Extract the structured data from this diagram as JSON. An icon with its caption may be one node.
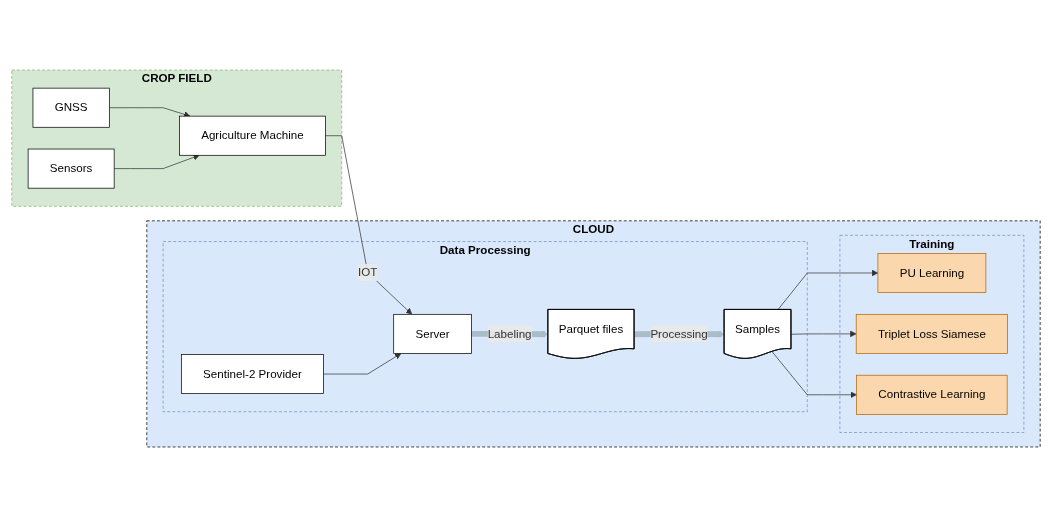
{
  "diagram": {
    "nodes": [
      {
        "text": [
          "CROP FIELD"
        ]
      },
      {
        "text": [
          "GNSS"
        ],
        "in": 0
      },
      {
        "text": [
          "Agriculture Machine"
        ],
        "in": 0
      },
      {
        "text": [
          "Sensors"
        ],
        "in": 0
      },
      {
        "text": [
          "CLOUD"
        ]
      },
      {
        "text": [
          "Data Processing"
        ],
        "in": 4
      },
      {
        "text": [
          "Sentinel-2 Provider"
        ],
        "in": 5
      },
      {
        "text": [
          "Server"
        ],
        "in": 5
      },
      {
        "text": [
          "Parquet files"
        ],
        "in": 5
      },
      {
        "text": [
          "Samples"
        ],
        "in": 5
      },
      {
        "text": [
          "Training"
        ],
        "in": 4
      },
      {
        "text": [
          "PU Learning"
        ],
        "in": 10
      },
      {
        "text": [
          "Triplet Loss Siamese"
        ],
        "in": 10
      },
      {
        "text": [
          "Contrastive Learning"
        ],
        "in": 10
      }
    ],
    "edges": [
      {
        "from": 1,
        "to": 2,
        "arrow": "to"
      },
      {
        "from": 3,
        "to": 2,
        "arrow": "to"
      },
      {
        "from": 2,
        "to": 7,
        "arrow": "to",
        "label": "IOT"
      },
      {
        "from": 6,
        "to": 7,
        "arrow": "to"
      },
      {
        "from": 7,
        "to": 8,
        "arrow": "to",
        "label": "Labeling",
        "style": "thick",
        "color": "#a9bcc9"
      },
      {
        "from": 8,
        "to": 9,
        "arrow": "to",
        "label": "Processing",
        "style": "thick",
        "color": "#a9bcc9"
      },
      {
        "from": 9,
        "to": 11,
        "arrow": "to"
      },
      {
        "from": 9,
        "to": 12,
        "arrow": "to"
      },
      {
        "from": 9,
        "to": 13,
        "arrow": "to"
      }
    ]
  }
}
